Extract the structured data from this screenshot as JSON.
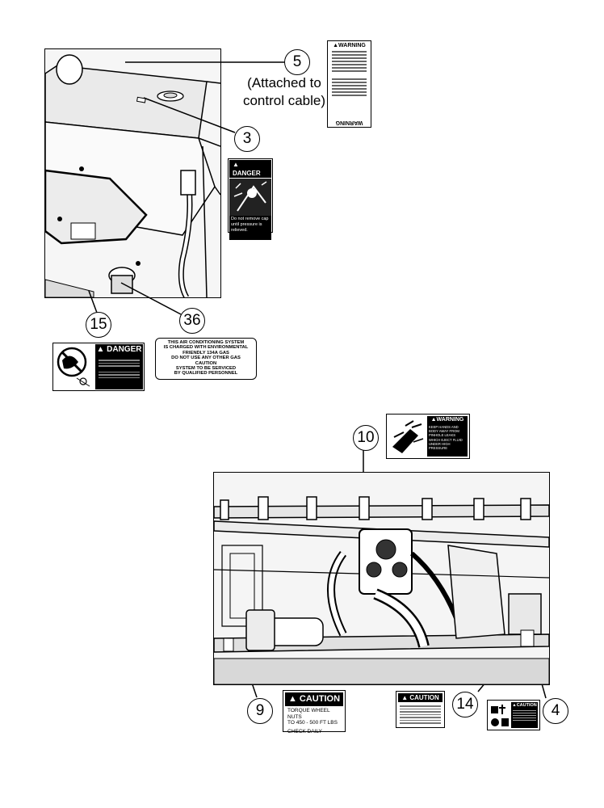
{
  "callouts": {
    "c5": "5",
    "c3": "3",
    "c15": "15",
    "c36": "36",
    "c10": "10",
    "c9": "9",
    "c14": "14",
    "c4": "4"
  },
  "note": {
    "line1": "(Attached to",
    "line2": "control cable)"
  },
  "decals": {
    "warning_top": {
      "header": "WARNING"
    },
    "danger_mid": {
      "header": "DANGER",
      "body": "Do not remove cap until pressure is relieved."
    },
    "danger_bottom": {
      "header": "DANGER"
    },
    "ac": {
      "line1": "THIS AIR CONDITIONING SYSTEM",
      "line2": "IS CHARGED WITH ENVIRONMENTAL",
      "line3": "FRIENDLY 134A GAS",
      "line4": "DO NOT USE ANY OTHER GAS",
      "line5": "CAUTION",
      "line6": "SYSTEM TO BE SERVICED",
      "line7": "BY QUALIFIED PERSONNEL"
    },
    "warning_right": {
      "header": "WARNING",
      "body": "KEEP HANDS AND BODY AWAY FROM PINHOLE LEAKS WHICH EJECT FLUID UNDER HIGH PRESSURE"
    },
    "caution_wheel": {
      "header": "CAUTION",
      "line1": "TORQUE WHEEL NUTS",
      "line2": "TO 450 - 500 FT LBS",
      "line3": "CHECK DAILY"
    },
    "caution_mid": {
      "header": "CAUTION"
    },
    "caution_small": {
      "header": "CAUTION"
    }
  }
}
